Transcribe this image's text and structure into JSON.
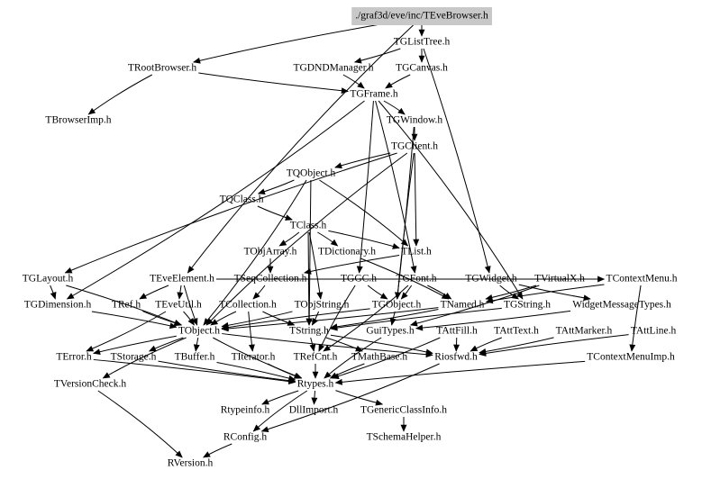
{
  "graph": {
    "root": "./graf3d/eve/inc/TEveBrowser.h",
    "colors": {
      "root_fill": "#c8c8c8",
      "edge": "#000000",
      "text": "#000000",
      "background": "#ffffff"
    },
    "nodes": [
      {
        "id": "root",
        "label": "./graf3d/eve/inc/TEveBrowser.h"
      },
      {
        "id": "TGListTree",
        "label": "TGListTree.h"
      },
      {
        "id": "TRootBrowser",
        "label": "TRootBrowser.h"
      },
      {
        "id": "TGDNDManager",
        "label": "TGDNDManager.h"
      },
      {
        "id": "TGCanvas",
        "label": "TGCanvas.h"
      },
      {
        "id": "TGFrame",
        "label": "TGFrame.h"
      },
      {
        "id": "TBrowserImp",
        "label": "TBrowserImp.h"
      },
      {
        "id": "TGWindow",
        "label": "TGWindow.h"
      },
      {
        "id": "TGClient",
        "label": "TGClient.h"
      },
      {
        "id": "TQObject",
        "label": "TQObject.h"
      },
      {
        "id": "TQClass",
        "label": "TQClass.h"
      },
      {
        "id": "TClass",
        "label": "TClass.h"
      },
      {
        "id": "TObjArray",
        "label": "TObjArray.h"
      },
      {
        "id": "TDictionary",
        "label": "TDictionary.h"
      },
      {
        "id": "TList",
        "label": "TList.h"
      },
      {
        "id": "TGLayout",
        "label": "TGLayout.h"
      },
      {
        "id": "TEveElement",
        "label": "TEveElement.h"
      },
      {
        "id": "TSeqCollection",
        "label": "TSeqCollection.h"
      },
      {
        "id": "TGGC",
        "label": "TGGC.h"
      },
      {
        "id": "TGFont",
        "label": "TGFont.h"
      },
      {
        "id": "TGWidget",
        "label": "TGWidget.h"
      },
      {
        "id": "TVirtualX",
        "label": "TVirtualX.h"
      },
      {
        "id": "TContextMenu",
        "label": "TContextMenu.h"
      },
      {
        "id": "TGDimension",
        "label": "TGDimension.h"
      },
      {
        "id": "TRef",
        "label": "TRef.h"
      },
      {
        "id": "TEveUtil",
        "label": "TEveUtil.h"
      },
      {
        "id": "TCollection",
        "label": "TCollection.h"
      },
      {
        "id": "TObjString",
        "label": "TObjString.h"
      },
      {
        "id": "TGObject",
        "label": "TGObject.h"
      },
      {
        "id": "TNamed",
        "label": "TNamed.h"
      },
      {
        "id": "TGString",
        "label": "TGString.h"
      },
      {
        "id": "WidgetMessageTypes",
        "label": "WidgetMessageTypes.h"
      },
      {
        "id": "TObject",
        "label": "TObject.h"
      },
      {
        "id": "TString",
        "label": "TString.h"
      },
      {
        "id": "GuiTypes",
        "label": "GuiTypes.h"
      },
      {
        "id": "TAttFill",
        "label": "TAttFill.h"
      },
      {
        "id": "TAttText",
        "label": "TAttText.h"
      },
      {
        "id": "TAttMarker",
        "label": "TAttMarker.h"
      },
      {
        "id": "TAttLine",
        "label": "TAttLine.h"
      },
      {
        "id": "TError",
        "label": "TError.h"
      },
      {
        "id": "TStorage",
        "label": "TStorage.h"
      },
      {
        "id": "TBuffer",
        "label": "TBuffer.h"
      },
      {
        "id": "TIterator",
        "label": "TIterator.h"
      },
      {
        "id": "TRefCnt",
        "label": "TRefCnt.h"
      },
      {
        "id": "TMathBase",
        "label": "TMathBase.h"
      },
      {
        "id": "Riosfwd",
        "label": "Riosfwd.h"
      },
      {
        "id": "TContextMenuImp",
        "label": "TContextMenuImp.h"
      },
      {
        "id": "TVersionCheck",
        "label": "TVersionCheck.h"
      },
      {
        "id": "Rtypes",
        "label": "Rtypes.h"
      },
      {
        "id": "Rtypeinfo",
        "label": "Rtypeinfo.h"
      },
      {
        "id": "DllImport",
        "label": "DllImport.h"
      },
      {
        "id": "TGenericClassInfo",
        "label": "TGenericClassInfo.h"
      },
      {
        "id": "RConfig",
        "label": "RConfig.h"
      },
      {
        "id": "TSchemaHelper",
        "label": "TSchemaHelper.h"
      },
      {
        "id": "RVersion",
        "label": "RVersion.h"
      }
    ],
    "edges": [
      [
        "root",
        "TGListTree"
      ],
      [
        "root",
        "TRootBrowser"
      ],
      [
        "root",
        "TEveElement"
      ],
      [
        "TGListTree",
        "TGCanvas"
      ],
      [
        "TGListTree",
        "TGDNDManager"
      ],
      [
        "TGListTree",
        "TGWidget"
      ],
      [
        "TRootBrowser",
        "TGFrame"
      ],
      [
        "TRootBrowser",
        "TBrowserImp"
      ],
      [
        "TGDNDManager",
        "TGFrame"
      ],
      [
        "TGCanvas",
        "TGFrame"
      ],
      [
        "TGFrame",
        "TGWindow"
      ],
      [
        "TGFrame",
        "TGDimension"
      ],
      [
        "TGFrame",
        "TGGC"
      ],
      [
        "TGFrame",
        "TGFont"
      ],
      [
        "TGFrame",
        "TGString"
      ],
      [
        "TGWindow",
        "TGClient"
      ],
      [
        "TGWindow",
        "TGObject"
      ],
      [
        "TGClient",
        "TQObject"
      ],
      [
        "TGClient",
        "TGObject"
      ],
      [
        "TGClient",
        "TList"
      ],
      [
        "TGClient",
        "TGLayout"
      ],
      [
        "TGClient",
        "TObject"
      ],
      [
        "TQObject",
        "TQClass"
      ],
      [
        "TQObject",
        "TList"
      ],
      [
        "TQObject",
        "TString"
      ],
      [
        "TQObject",
        "TObject"
      ],
      [
        "TQClass",
        "TClass"
      ],
      [
        "TClass",
        "TObjArray"
      ],
      [
        "TClass",
        "TDictionary"
      ],
      [
        "TClass",
        "TString"
      ],
      [
        "TClass",
        "TObjString"
      ],
      [
        "TClass",
        "TList"
      ],
      [
        "TObjArray",
        "TSeqCollection"
      ],
      [
        "TDictionary",
        "TNamed"
      ],
      [
        "TList",
        "TSeqCollection"
      ],
      [
        "TGLayout",
        "TGDimension"
      ],
      [
        "TGLayout",
        "TObject"
      ],
      [
        "TEveElement",
        "TEveUtil"
      ],
      [
        "TEveElement",
        "TRef"
      ],
      [
        "TEveElement",
        "TContextMenu"
      ],
      [
        "TEveElement",
        "TObject"
      ],
      [
        "TSeqCollection",
        "TCollection"
      ],
      [
        "TGGC",
        "TGObject"
      ],
      [
        "TGGC",
        "TRefCnt"
      ],
      [
        "TGFont",
        "TNamed"
      ],
      [
        "TGFont",
        "TGObject"
      ],
      [
        "TGFont",
        "TRefCnt"
      ],
      [
        "TGWidget",
        "WidgetMessageTypes"
      ],
      [
        "TGWidget",
        "TGString"
      ],
      [
        "TVirtualX",
        "TNamed"
      ],
      [
        "TVirtualX",
        "GuiTypes"
      ],
      [
        "TContextMenu",
        "TContextMenuImp"
      ],
      [
        "TContextMenu",
        "TNamed"
      ],
      [
        "TGDimension",
        "TObject"
      ],
      [
        "TRef",
        "TObject"
      ],
      [
        "TEveUtil",
        "TObject"
      ],
      [
        "TEveUtil",
        "TError"
      ],
      [
        "TCollection",
        "TObject"
      ],
      [
        "TCollection",
        "TIterator"
      ],
      [
        "TCollection",
        "TString"
      ],
      [
        "TObjString",
        "TObject"
      ],
      [
        "TObjString",
        "TString"
      ],
      [
        "TGObject",
        "TObject"
      ],
      [
        "TGObject",
        "GuiTypes"
      ],
      [
        "TNamed",
        "TObject"
      ],
      [
        "TNamed",
        "TString"
      ],
      [
        "TGString",
        "TString"
      ],
      [
        "WidgetMessageTypes",
        "GuiTypes"
      ],
      [
        "TObject",
        "TStorage"
      ],
      [
        "TObject",
        "TBuffer"
      ],
      [
        "TObject",
        "TError"
      ],
      [
        "TObject",
        "TVersionCheck"
      ],
      [
        "TObject",
        "Riosfwd"
      ],
      [
        "TObject",
        "Rtypes"
      ],
      [
        "TString",
        "TRefCnt"
      ],
      [
        "TString",
        "TMathBase"
      ],
      [
        "TString",
        "Riosfwd"
      ],
      [
        "GuiTypes",
        "Rtypes"
      ],
      [
        "TAttFill",
        "Rtypes"
      ],
      [
        "TAttFill",
        "Riosfwd"
      ],
      [
        "TAttText",
        "Riosfwd"
      ],
      [
        "TAttMarker",
        "Riosfwd"
      ],
      [
        "TAttLine",
        "Riosfwd"
      ],
      [
        "TError",
        "Rtypes"
      ],
      [
        "TStorage",
        "Rtypes"
      ],
      [
        "TBuffer",
        "Rtypes"
      ],
      [
        "TIterator",
        "Rtypes"
      ],
      [
        "TRefCnt",
        "Rtypes"
      ],
      [
        "TMathBase",
        "Rtypes"
      ],
      [
        "Riosfwd",
        "RConfig"
      ],
      [
        "TContextMenuImp",
        "Rtypes"
      ],
      [
        "TVersionCheck",
        "RVersion"
      ],
      [
        "Rtypes",
        "Rtypeinfo"
      ],
      [
        "Rtypes",
        "DllImport"
      ],
      [
        "Rtypes",
        "TGenericClassInfo"
      ],
      [
        "Rtypes",
        "RConfig"
      ],
      [
        "TGenericClassInfo",
        "TSchemaHelper"
      ],
      [
        "RConfig",
        "RVersion"
      ]
    ]
  }
}
